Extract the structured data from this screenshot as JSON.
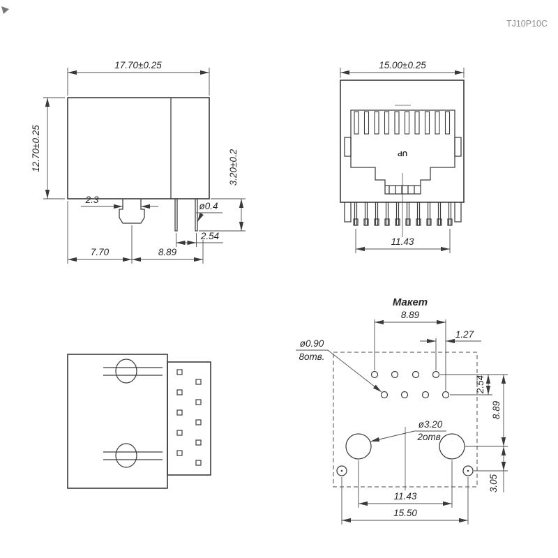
{
  "doc": {
    "part_number": "TJ10P10C"
  },
  "side_view": {
    "width": "17.70±0.25",
    "height": "12.70±0.25",
    "snap_post_width": "2.3",
    "pin_diameter": "ø0.4",
    "pin_length": "3.20±0.2",
    "pin_pitch": "2.54",
    "post_offset": "7.70",
    "pin_row_offset": "8.89"
  },
  "front_view": {
    "width": "15.00±0.25",
    "pin_span": "11.43",
    "up_marking": "UP"
  },
  "pcb_layout": {
    "title": "Макет",
    "pin_field_span": "8.89",
    "stagger_offset": "1.27",
    "small_hole_diameter": "ø0.90",
    "small_hole_count": "8отв.",
    "large_hole_diameter": "ø3.20",
    "large_hole_count": "2отв.",
    "row_pitch": "2.54",
    "rows_to_latch_holes": "8.89",
    "latch_to_locator": "3.05",
    "latch_hole_span": "11.43",
    "overall_span": "15.50"
  }
}
